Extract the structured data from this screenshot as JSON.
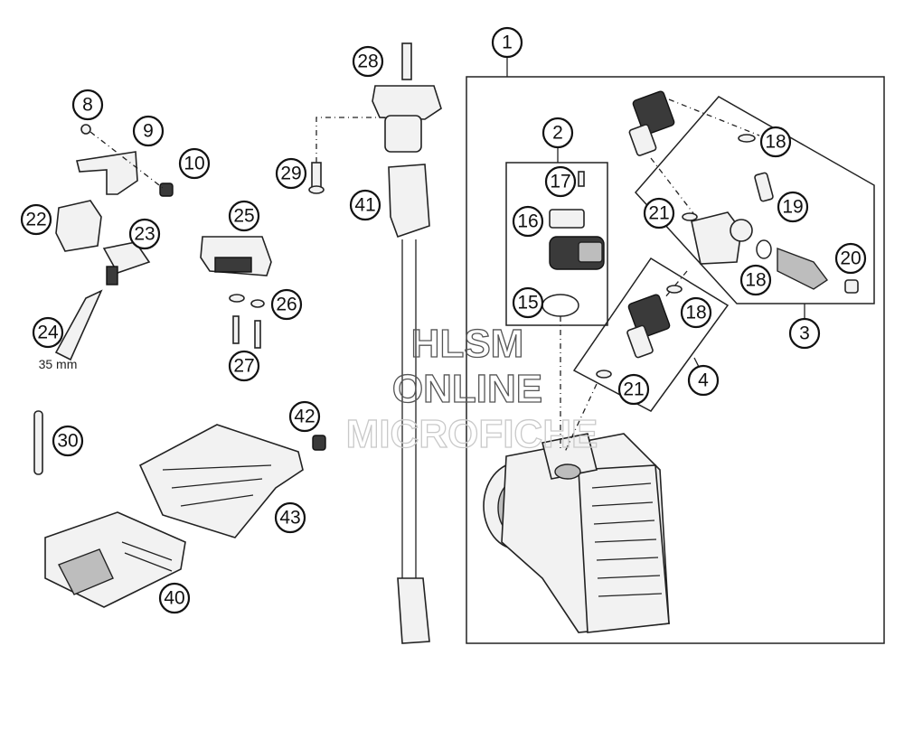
{
  "callouts": {
    "c1": "1",
    "c2": "2",
    "c3": "3",
    "c4": "4",
    "c8": "8",
    "c9": "9",
    "c10": "10",
    "c15": "15",
    "c16": "16",
    "c17": "17",
    "c18a": "18",
    "c18b": "18",
    "c18c": "18",
    "c19": "19",
    "c20": "20",
    "c21a": "21",
    "c21b": "21",
    "c22": "22",
    "c23": "23",
    "c24": "24",
    "c25": "25",
    "c26": "26",
    "c27": "27",
    "c28": "28",
    "c29": "29",
    "c30": "30",
    "c40": "40",
    "c41": "41",
    "c42": "42",
    "c43": "43"
  },
  "hose_length_label": "35 mm",
  "watermark": {
    "line1": "HLSM",
    "line2": "ONLINE",
    "line3": "MICROFICHE"
  }
}
